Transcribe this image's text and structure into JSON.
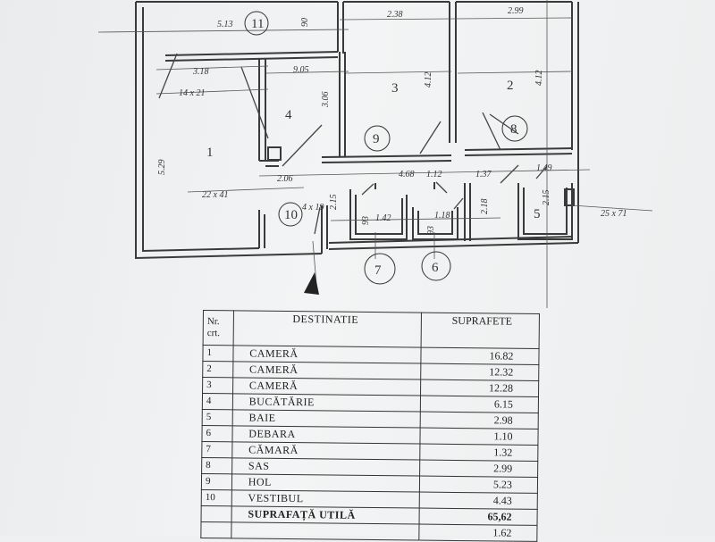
{
  "plan": {
    "rooms": [
      {
        "id": "1",
        "label": "1"
      },
      {
        "id": "2",
        "label": "2"
      },
      {
        "id": "3",
        "label": "3"
      },
      {
        "id": "4",
        "label": "4"
      },
      {
        "id": "5",
        "label": "5"
      },
      {
        "id": "6",
        "label": "6"
      },
      {
        "id": "7",
        "label": "7"
      },
      {
        "id": "8",
        "label": "8"
      },
      {
        "id": "9",
        "label": "9"
      },
      {
        "id": "10",
        "label": "10"
      },
      {
        "id": "11",
        "label": "11"
      }
    ],
    "dimensions": [
      "5.13",
      "2.38",
      "2.99",
      "3.18",
      "9.05",
      "14 x 21",
      "3.06",
      "4.12",
      "4.12",
      "5.29",
      "22 x 41",
      "2.06",
      "4.68",
      "1.12",
      "1.37",
      "1.49",
      "2.15",
      "4 x 19",
      "93",
      "1.42",
      "1.18",
      "93",
      "2.18",
      "2.15",
      "25 x 71",
      "90"
    ]
  },
  "legend": {
    "headers": {
      "nr": "Nr. crt.",
      "destinatie": "DESTINATIE",
      "suprafete": "SUPRAFETE"
    },
    "rows": [
      {
        "nr": "1",
        "destinatie": "CAMERĂ",
        "suprafata": "16.82"
      },
      {
        "nr": "2",
        "destinatie": "CAMERĂ",
        "suprafata": "12.32"
      },
      {
        "nr": "3",
        "destinatie": "CAMERĂ",
        "suprafata": "12.28"
      },
      {
        "nr": "4",
        "destinatie": "BUCĂTĂRIE",
        "suprafata": "6.15"
      },
      {
        "nr": "5",
        "destinatie": "BAIE",
        "suprafata": "2.98"
      },
      {
        "nr": "6",
        "destinatie": "DEBARA",
        "suprafata": "1.10"
      },
      {
        "nr": "7",
        "destinatie": "CĂMARĂ",
        "suprafata": "1.32"
      },
      {
        "nr": "8",
        "destinatie": "SAS",
        "suprafata": "2.99"
      },
      {
        "nr": "9",
        "destinatie": "HOL",
        "suprafata": "5.23"
      },
      {
        "nr": "10",
        "destinatie": "VESTIBUL",
        "suprafata": "4.43"
      }
    ],
    "total": {
      "label": "SUPRAFAȚĂ UTILĂ",
      "value": "65,62"
    },
    "extra": {
      "value": "1.62"
    }
  }
}
